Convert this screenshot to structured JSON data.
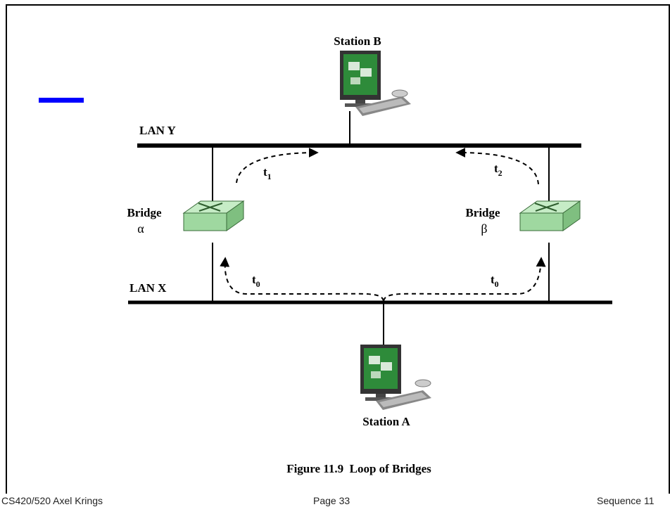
{
  "diagram": {
    "station_b": "Station B",
    "station_a": "Station A",
    "lan_y": "LAN Y",
    "lan_x": "LAN X",
    "bridge_alpha": {
      "label": "Bridge",
      "symbol": "α"
    },
    "bridge_beta": {
      "label": "Bridge",
      "symbol": "β"
    },
    "t1": {
      "base": "t",
      "sub": "1"
    },
    "t2": {
      "base": "t",
      "sub": "2"
    },
    "t0_left": {
      "base": "t",
      "sub": "0"
    },
    "t0_right": {
      "base": "t",
      "sub": "0"
    },
    "caption": "Figure 11.9  Loop of Bridges"
  },
  "footer": {
    "left": "CS420/520 Axel Krings",
    "center": "Page 33",
    "right": "Sequence 11"
  },
  "colors": {
    "accent_bar": "#0000ff",
    "bridge_fill": "#9fd8a0",
    "monitor_screen": "#2e8b3a"
  }
}
